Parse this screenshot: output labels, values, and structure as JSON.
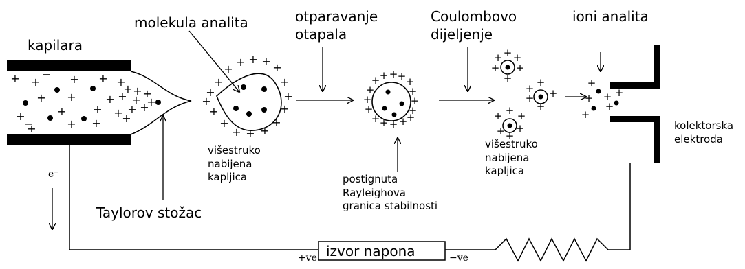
{
  "labels": {
    "capillary": "kapilara",
    "analyte_molecule": "molekula analita",
    "solvent_evaporation": "otparavanje\notapala",
    "coulomb_fission": "Coulombovo\ndijeljenje",
    "analyte_ions": "ioni analita",
    "charged_droplet_1": "višestruko\nnabijena\nkapljica",
    "rayleigh_limit": "postignuta\nRayleighova\ngranica stabilnosti",
    "charged_droplet_2": "višestruko\nnabijena\nkapljica",
    "collector_electrode": "kolektorska\nelektroda",
    "taylor_cone": "Taylorov stožac",
    "electron": "e⁻",
    "power_supply": "izvor napona",
    "positive_terminal": "+ve",
    "negative_terminal": "−ve"
  },
  "symbols": {
    "plus": "+",
    "minus": "−"
  }
}
